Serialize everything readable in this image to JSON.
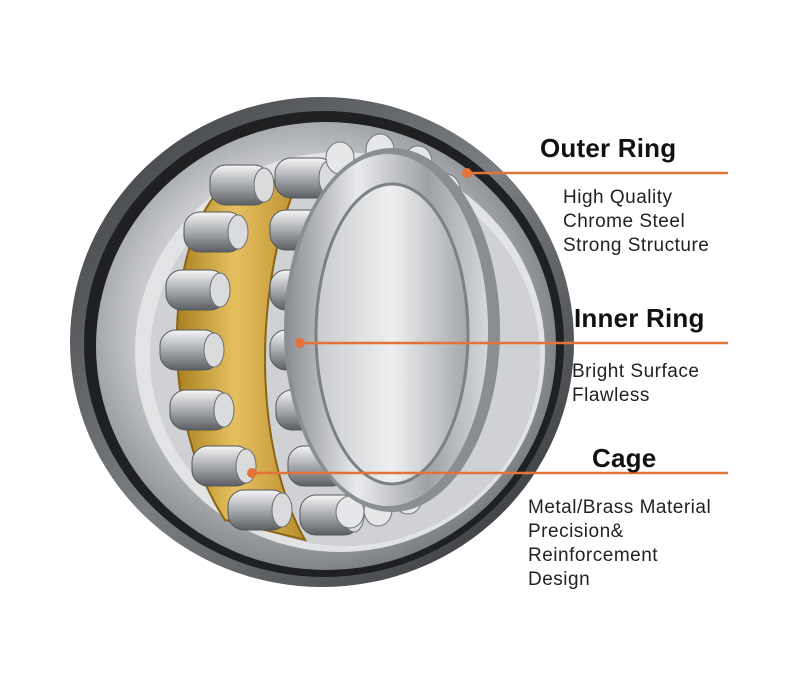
{
  "colors": {
    "leader": "#e4733a",
    "brass": "#d6aa3a",
    "steel": "#b9bcc0"
  },
  "labels": [
    {
      "id": "outer-ring",
      "title": "Outer Ring",
      "lines": [
        "High Quality",
        "Chrome Steel",
        "Strong Structure"
      ]
    },
    {
      "id": "inner-ring",
      "title": "Inner Ring",
      "lines": [
        "Bright Surface",
        "Flawless"
      ]
    },
    {
      "id": "cage",
      "title": "Cage",
      "lines": [
        "Metal/Brass Material",
        "Precision&",
        "Reinforcement",
        "Design"
      ]
    }
  ]
}
